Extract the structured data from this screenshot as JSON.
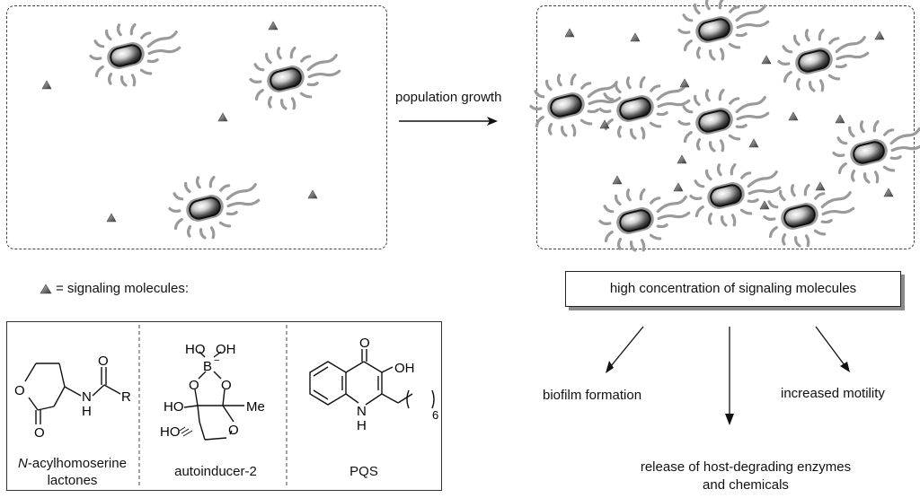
{
  "arrow_label": "population growth",
  "legend_text": "= signaling molecules:",
  "concentration_box": "high concentration of signaling molecules",
  "outcomes": {
    "biofilm": "biofilm formation",
    "motility": "increased motility",
    "release_line1": "release of host-degrading enzymes",
    "release_line2": "and chemicals"
  },
  "molecules": {
    "ahl_italic": "N",
    "ahl_name_rest": "-acylhomoserine",
    "ahl_name_line2": "lactones",
    "ai2_name": "autoinducer-2",
    "pqs_name": "PQS"
  },
  "atoms": {
    "O": "O",
    "N": "N",
    "H": "H",
    "R": "R",
    "B": "B",
    "OH": "OH",
    "HO": "HO",
    "Me": "Me",
    "six": "6",
    "minus": "−"
  }
}
